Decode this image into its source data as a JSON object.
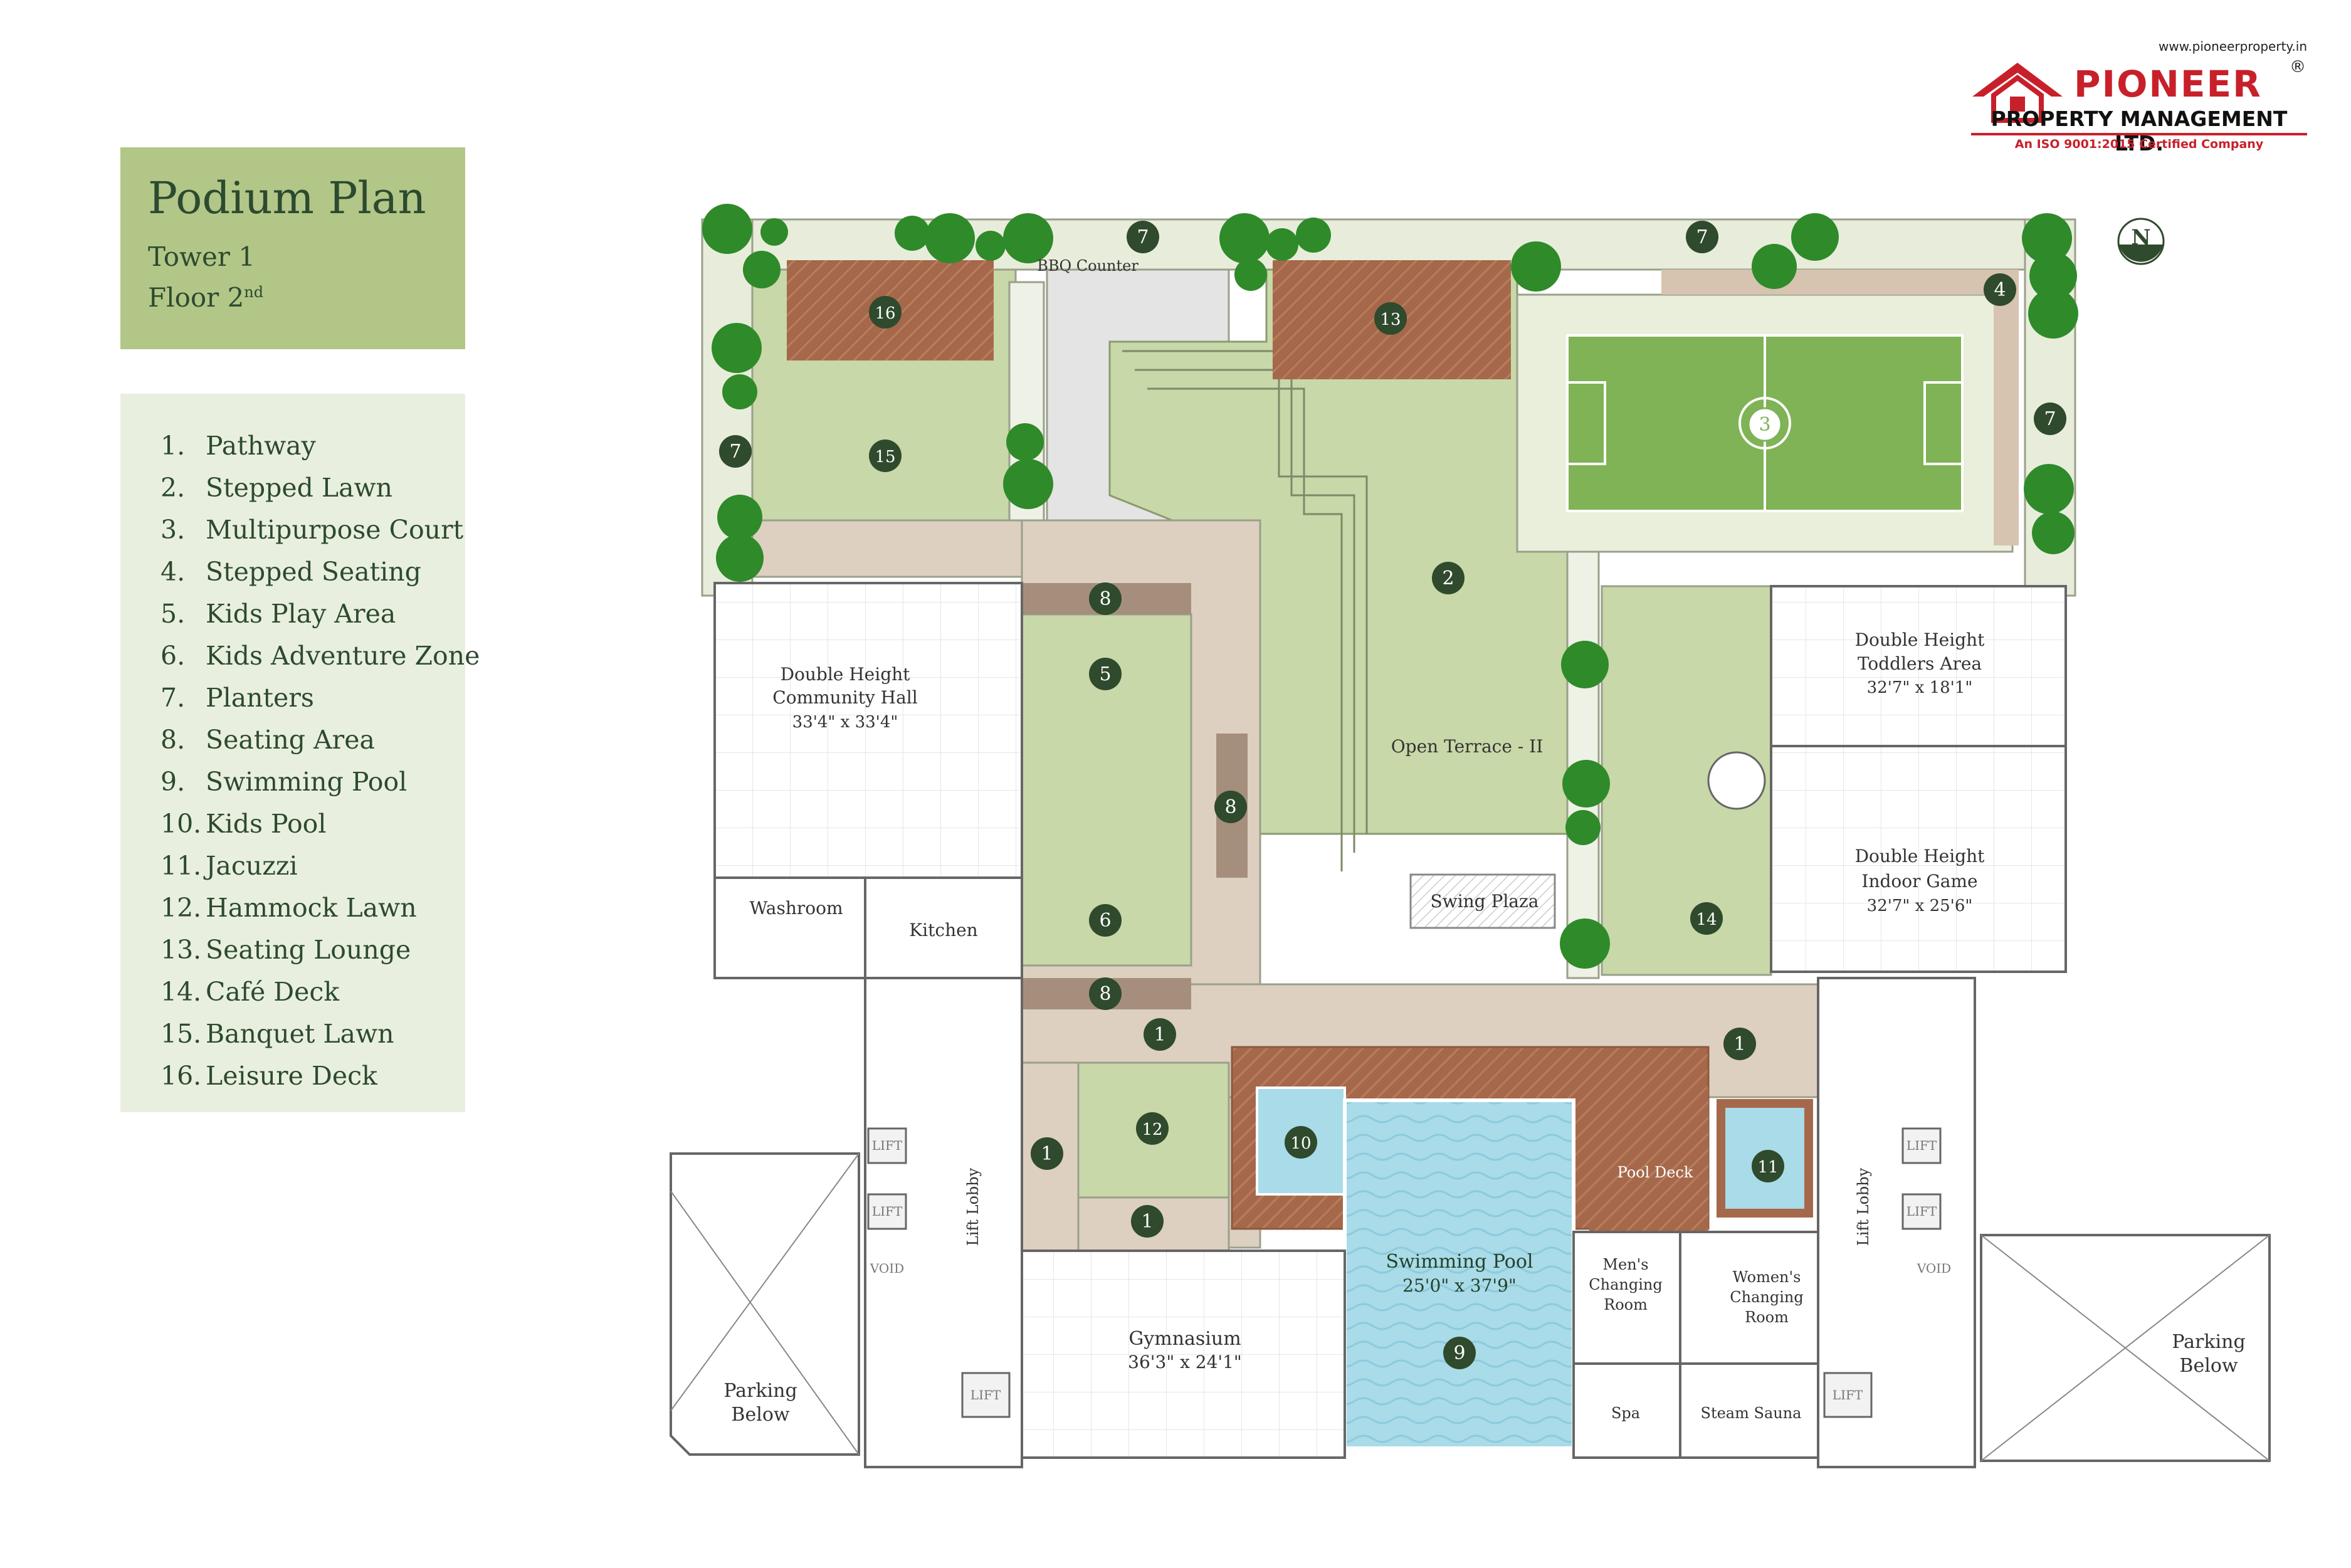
{
  "header": {
    "title": "Podium Plan",
    "tower": "Tower 1",
    "floor": "Floor 2",
    "floor_suffix": "nd"
  },
  "legend": {
    "items": [
      {
        "num": "1.",
        "label": "Pathway"
      },
      {
        "num": "2.",
        "label": "Stepped Lawn"
      },
      {
        "num": "3.",
        "label": "Multipurpose Court"
      },
      {
        "num": "4.",
        "label": "Stepped Seating"
      },
      {
        "num": "5.",
        "label": "Kids Play Area"
      },
      {
        "num": "6.",
        "label": "Kids Adventure Zone"
      },
      {
        "num": "7.",
        "label": "Planters"
      },
      {
        "num": "8.",
        "label": "Seating Area"
      },
      {
        "num": "9.",
        "label": "Swimming Pool"
      },
      {
        "num": "10.",
        "label": "Kids Pool"
      },
      {
        "num": "11.",
        "label": "Jacuzzi"
      },
      {
        "num": "12.",
        "label": "Hammock Lawn"
      },
      {
        "num": "13.",
        "label": "Seating Lounge"
      },
      {
        "num": "14.",
        "label": "Café Deck"
      },
      {
        "num": "15.",
        "label": "Banquet Lawn"
      },
      {
        "num": "16.",
        "label": "Leisure Deck"
      }
    ]
  },
  "logo": {
    "url": "www.pioneerproperty.in",
    "name": "PIONEER",
    "registered": "®",
    "subtitle": "PROPERTY MANAGEMENT LTD.",
    "iso": "An ISO 9001:2015 Certified Company"
  },
  "plan": {
    "north": "N",
    "labels": {
      "bbq": "BBQ Counter",
      "community_hall": [
        "Double Height",
        "Community Hall",
        "33'4\" x 33'4\""
      ],
      "washroom": "Washroom",
      "kitchen": "Kitchen",
      "open_terrace": "Open Terrace - II",
      "swing_plaza": "Swing Plaza",
      "toddlers": [
        "Double Height",
        "Toddlers Area",
        "32'7\" x 18'1\""
      ],
      "indoor_game": [
        "Double Height",
        "Indoor Game",
        "32'7\" x 25'6\""
      ],
      "pool_deck": "Pool Deck",
      "swimming_pool": [
        "Swimming Pool",
        "25'0\" x 37'9\""
      ],
      "gymnasium": [
        "Gymnasium",
        "36'3\" x 24'1\""
      ],
      "mens": [
        "Men's",
        "Changing",
        "Room"
      ],
      "womens": [
        "Women's",
        "Changing",
        "Room"
      ],
      "spa": "Spa",
      "steam": "Steam Sauna",
      "parking_left": [
        "Parking",
        "Below"
      ],
      "parking_right": [
        "Parking",
        "Below"
      ],
      "lift_lobby_left": "Lift Lobby",
      "lift_lobby_right": "Lift Lobby",
      "lift": "LIFT",
      "void": "VOID"
    },
    "markers": [
      "1",
      "2",
      "3",
      "4",
      "5",
      "6",
      "7",
      "8",
      "9",
      "10",
      "11",
      "12",
      "13",
      "14",
      "15",
      "16"
    ]
  },
  "colors": {
    "lawn": "#c8d8a8",
    "deck": "#a5684a",
    "path": "#ddd0c0",
    "pool": "#a9dbe8",
    "court": "#7fb356",
    "marker": "#2f4a2c",
    "tree": "#2f8a2a",
    "title_card": "#b2c688",
    "legend_bg": "#e9efdf"
  }
}
